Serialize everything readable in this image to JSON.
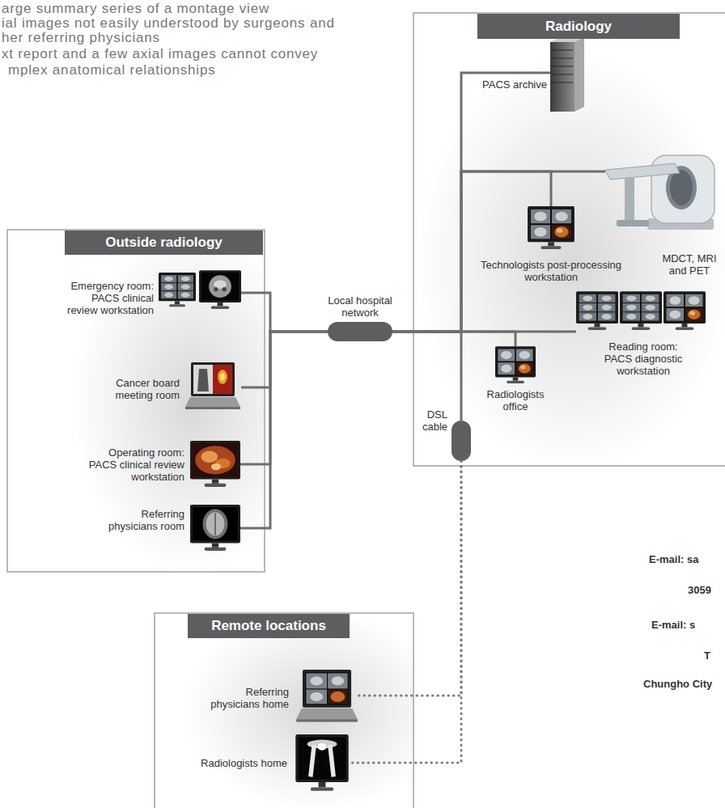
{
  "diagram": {
    "nodes": [
      {
        "text": [
          "Radiology"
        ]
      },
      {
        "text": [
          "PACS archive"
        ],
        "in": 0
      },
      {
        "text": [
          "MDCT, MRI and PET"
        ],
        "in": 0
      },
      {
        "text": [
          "Technologists post-processing workstation"
        ],
        "in": 0
      },
      {
        "text": [
          "Reading room: PACS diagnostic workstation"
        ],
        "in": 0
      },
      {
        "text": [
          "Radiologists office"
        ],
        "in": 0
      },
      {
        "text": [
          "DSL cable"
        ],
        "in": 0
      },
      {
        "text": [
          "Outside radiology"
        ]
      },
      {
        "text": [
          "Emergency room: PACS clinical review workstation"
        ],
        "in": 7
      },
      {
        "text": [
          "Cancer board meeting room"
        ],
        "in": 7
      },
      {
        "text": [
          "Operating room: PACS clinical review workstation"
        ],
        "in": 7
      },
      {
        "text": [
          "Referring physicians room"
        ],
        "in": 7
      },
      {
        "text": [
          "Local hospital network"
        ]
      },
      {
        "text": [
          "Remote locations"
        ]
      },
      {
        "text": [
          "Referring physicians home"
        ],
        "in": 13
      },
      {
        "text": [
          "Radiologists home"
        ],
        "in": 13
      }
    ],
    "edges": [
      {
        "from": 8,
        "to": 12,
        "arrow": "none"
      },
      {
        "from": 9,
        "to": 12,
        "arrow": "none"
      },
      {
        "from": 10,
        "to": 12,
        "arrow": "none"
      },
      {
        "from": 11,
        "to": 12,
        "arrow": "none"
      },
      {
        "from": 12,
        "to": 1,
        "arrow": "none"
      },
      {
        "from": 12,
        "to": 2,
        "arrow": "none"
      },
      {
        "from": 12,
        "to": 3,
        "arrow": "none"
      },
      {
        "from": 12,
        "to": 4,
        "arrow": "none"
      },
      {
        "from": 12,
        "to": 5,
        "arrow": "none"
      },
      {
        "from": 6,
        "to": 12,
        "arrow": "none"
      },
      {
        "from": 6,
        "to": 14,
        "arrow": "none"
      },
      {
        "from": 6,
        "to": 15,
        "arrow": "none"
      }
    ],
    "labels": [
      "arge summary series of a montage view",
      "ial images not easily understood by surgeons and",
      "her referring physicians",
      "xt report and a few axial images cannot convey",
      "mplex anatomical relationships",
      "E-mail: sa",
      "3059",
      "E-mail: s",
      "T",
      "Chungho City"
    ]
  }
}
